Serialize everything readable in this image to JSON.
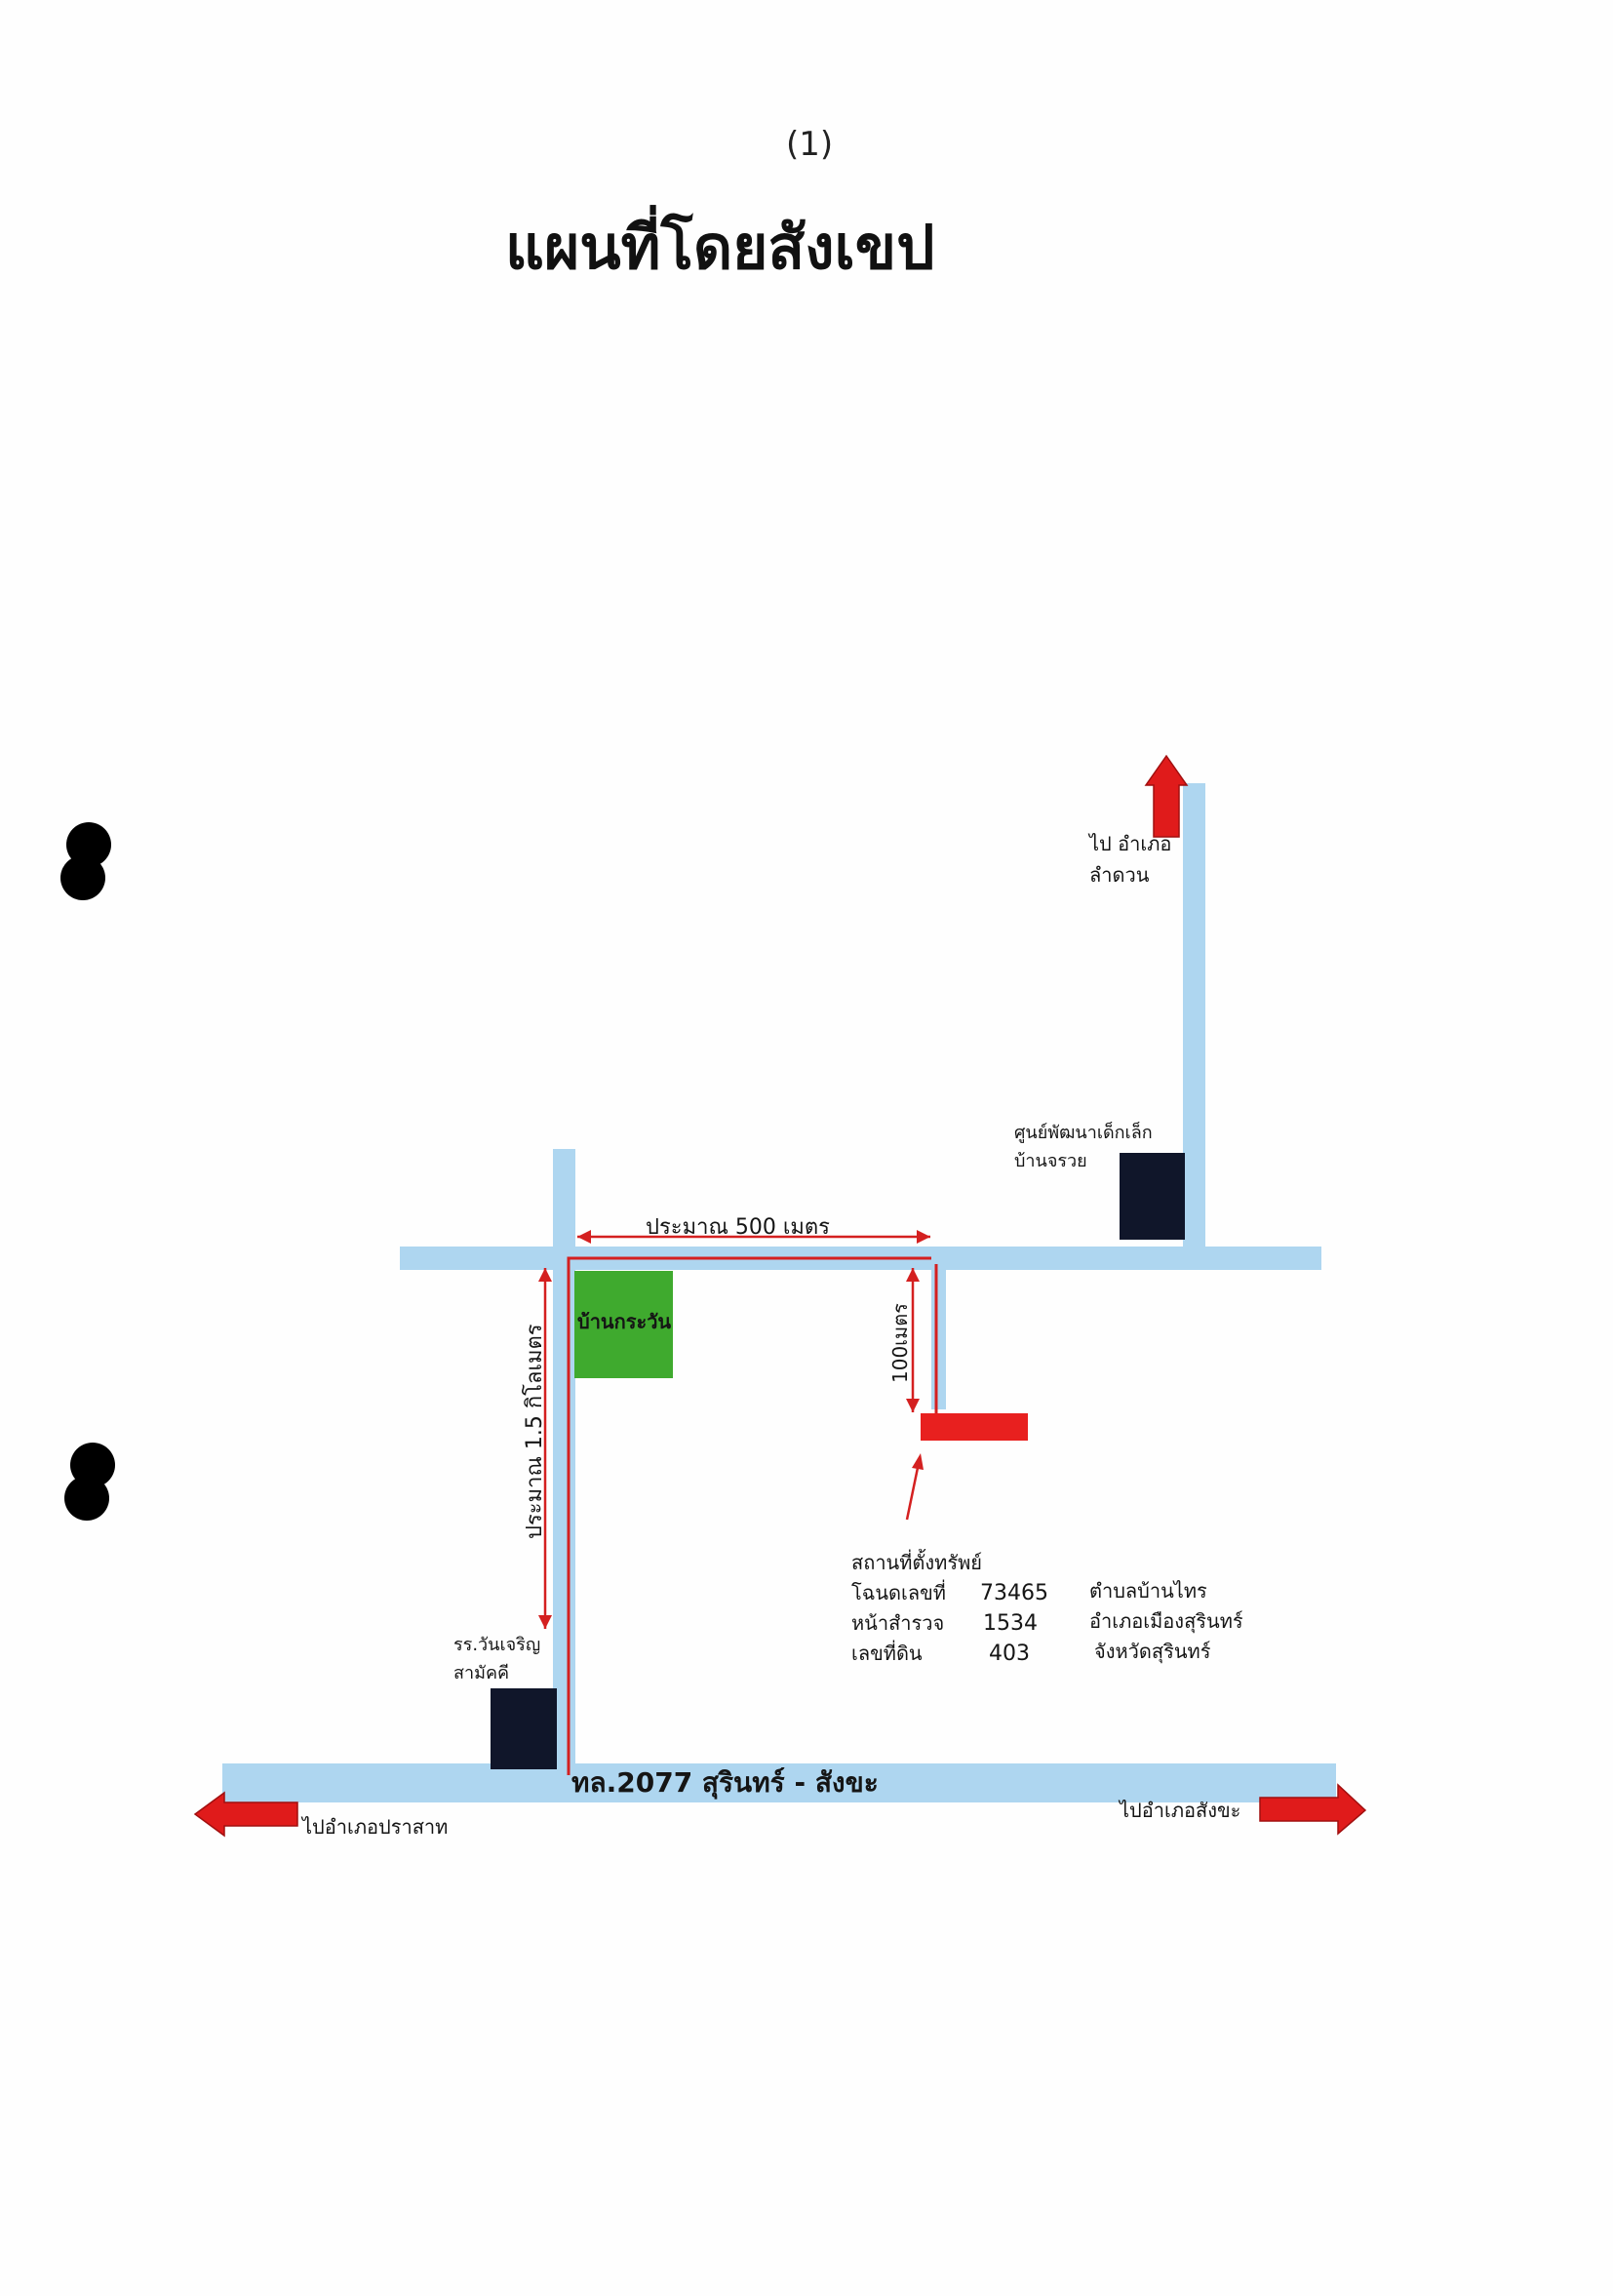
{
  "page": {
    "number": "(1)",
    "title": "แผนที่โดยสังเขป"
  },
  "map": {
    "directions": {
      "north_destination": [
        "ไป อำเภอ",
        "ลำดวน"
      ],
      "west_destination": "ไปอำเภอปราสาท",
      "east_destination": "ไปอำเภอสังขะ"
    },
    "road": {
      "main_highway": "ทล.2077 สุรินทร์ - สังขะ"
    },
    "distances": {
      "horizontal": "ประมาณ 500 เมตร",
      "vertical_long": "ประมาณ 1.5 กิโลเมตร",
      "vertical_short": "100เมตร"
    },
    "landmarks": {
      "village": "บ้านกระวัน",
      "child_center": [
        "ศูนย์พัฒนาเด็กเล็ก",
        "บ้านจรวย"
      ],
      "school": [
        "รร.วันเจริญ",
        "สามัคคี"
      ]
    },
    "property": {
      "heading": "สถานที่ตั้งทรัพย์",
      "rows": [
        {
          "label": "โฉนดเลขที่",
          "value": "73465",
          "location": "ตำบลบ้านไทร"
        },
        {
          "label": "หน้าสำรวจ",
          "value": "1534",
          "location": "อำเภอเมืองสุรินทร์"
        },
        {
          "label": "เลขที่ดิน",
          "value": "403",
          "location": "จังหวัดสุรินทร์"
        }
      ]
    },
    "colors": {
      "road": "#aed6f0",
      "arrow": "#e01b1b",
      "route_line": "#d42020",
      "village_block": "#3faa2e",
      "building": "#10162a",
      "property": "#e8201f"
    }
  }
}
